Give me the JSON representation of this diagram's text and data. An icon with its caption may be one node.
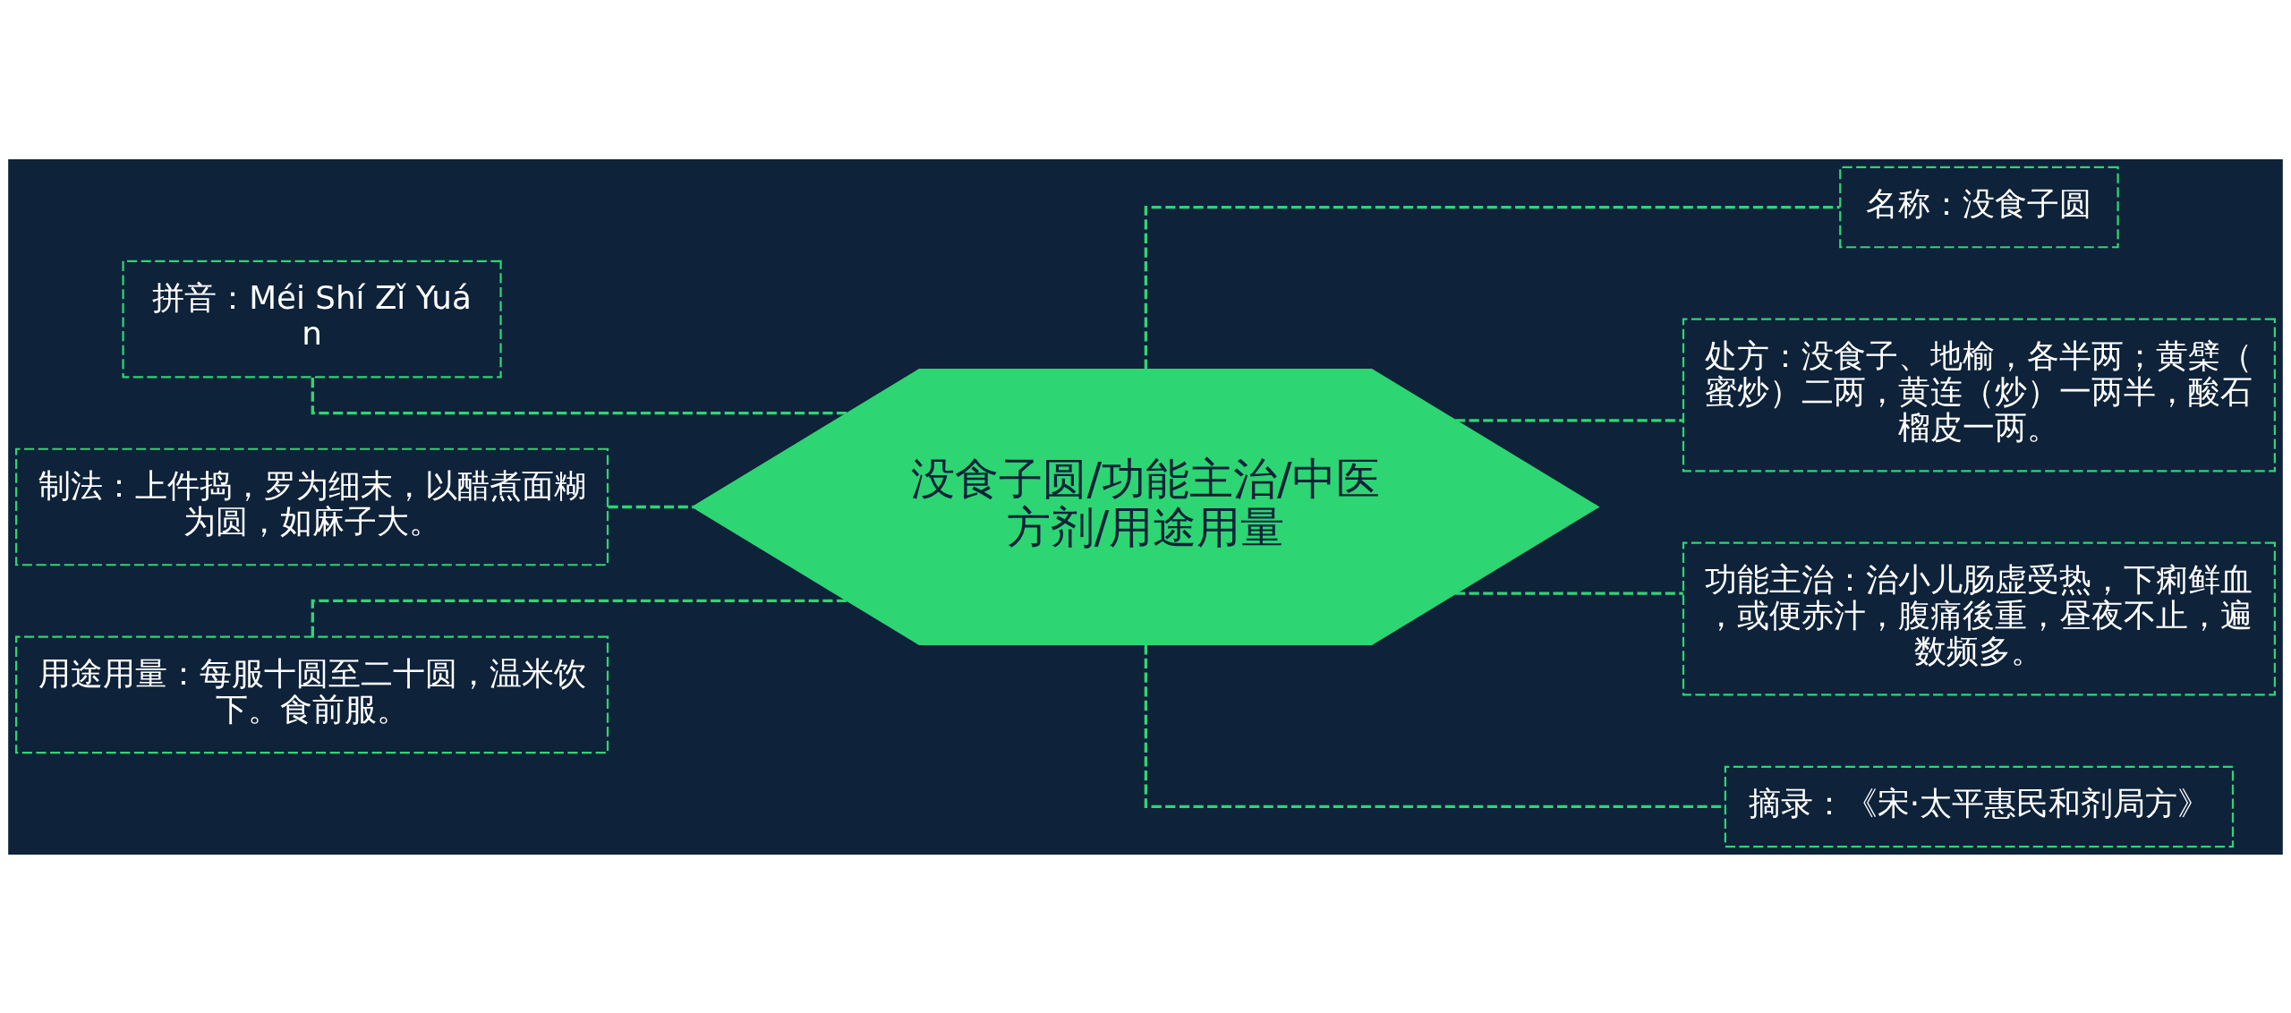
{
  "diagram": {
    "nodes": [
      {
        "text": [
          "没食子圆/功能主治/中医方剂/用途用量"
        ]
      },
      {
        "text": [
          "拼音：Méi Shí Zǐ Yuán"
        ]
      },
      {
        "text": [
          "制法：上件捣，罗为细末，以醋煮面糊为圆，如麻子大。"
        ]
      },
      {
        "text": [
          "用途用量：每服十圆至二十圆，温米饮下。食前服。"
        ]
      },
      {
        "text": [
          "名称：没食子圆"
        ]
      },
      {
        "text": [
          "处方：没食子、地榆，各半两；黄檗（蜜炒）二两，黄连（炒）一两半，酸石榴皮一两。"
        ]
      },
      {
        "text": [
          "功能主治：治小儿肠虚受热，下痢鲜血，或便赤汁，腹痛後重，昼夜不止，遍数频多。"
        ]
      },
      {
        "text": [
          "摘录：《宋·太平惠民和剂局方》"
        ]
      }
    ],
    "edges": [
      {
        "from": 0,
        "to": 1,
        "arrow": "none",
        "style": "dashed"
      },
      {
        "from": 0,
        "to": 2,
        "arrow": "none",
        "style": "dashed"
      },
      {
        "from": 0,
        "to": 3,
        "arrow": "none",
        "style": "dashed"
      },
      {
        "from": 0,
        "to": 4,
        "arrow": "none",
        "style": "dashed"
      },
      {
        "from": 0,
        "to": 5,
        "arrow": "none",
        "style": "dashed"
      },
      {
        "from": 0,
        "to": 6,
        "arrow": "none",
        "style": "dashed"
      },
      {
        "from": 0,
        "to": 7,
        "arrow": "none",
        "style": "dashed"
      }
    ]
  }
}
